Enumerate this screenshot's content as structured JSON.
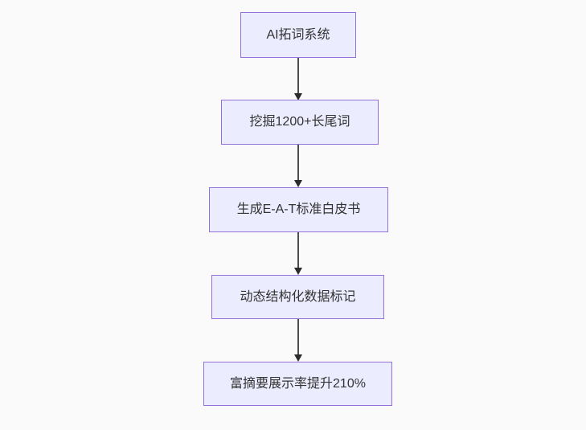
{
  "diagram": {
    "type": "flowchart",
    "direction": "top-down",
    "nodes": [
      {
        "id": "A",
        "label": "AI拓词系统"
      },
      {
        "id": "B",
        "label": "挖掘1200+长尾词"
      },
      {
        "id": "C",
        "label": "生成E-A-T标准白皮书"
      },
      {
        "id": "D",
        "label": "动态结构化数据标记"
      },
      {
        "id": "E",
        "label": "富摘要展示率提升210%"
      }
    ],
    "edges": [
      {
        "from": "A",
        "to": "B"
      },
      {
        "from": "B",
        "to": "C"
      },
      {
        "from": "C",
        "to": "D"
      },
      {
        "from": "D",
        "to": "E"
      }
    ],
    "colors": {
      "node_fill": "#ECECFF",
      "node_border": "#9370DB",
      "edge_line": "#4d4d4d",
      "arrowhead": "#2b2b2b",
      "text": "#333333",
      "background": "#FAFAFA"
    }
  }
}
